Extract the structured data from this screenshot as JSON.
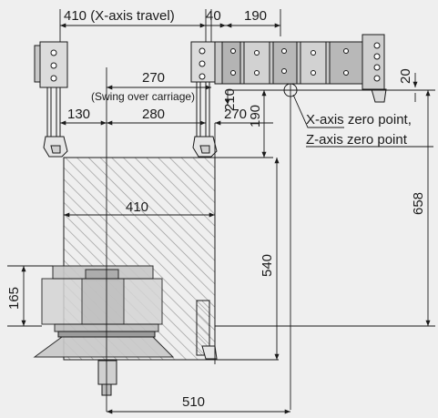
{
  "dimensions": {
    "x_axis_travel": "410 (X-axis travel)",
    "d40": "40",
    "d190_top": "190",
    "d270_swing": "270",
    "swing_label": "(Swing over carriage)",
    "d130": "130",
    "d280": "280",
    "d270_right": "270",
    "d210": "210",
    "d190_vert": "190",
    "d20": "20",
    "d410_mid": "410",
    "d658": "658",
    "d540": "540",
    "d165": "165",
    "d510": "510"
  },
  "labels": {
    "x_zero": "X-axis zero point,",
    "z_zero": "Z-axis zero point"
  },
  "colors": {
    "background": "#efefef",
    "part_fill": "#d9d9d9",
    "part_dark": "#bcbcbc",
    "line": "#1a1a1a",
    "hatch": "#8a8a8a"
  }
}
